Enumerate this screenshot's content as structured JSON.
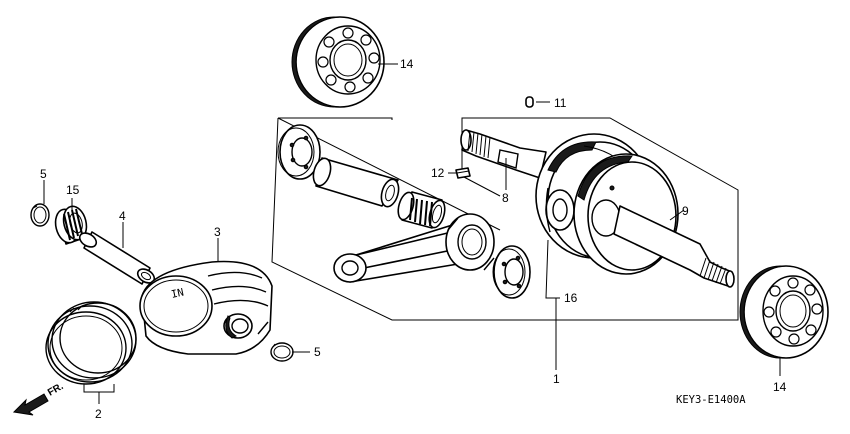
{
  "diagram_code": "KEY3-E1400A",
  "front_mark": "FR.",
  "piston_mark": "IN",
  "callouts": [
    {
      "id": "1",
      "label": "1",
      "part": "crankshaft-assembly"
    },
    {
      "id": "2",
      "label": "2",
      "part": "piston-ring-set"
    },
    {
      "id": "3",
      "label": "3",
      "part": "piston"
    },
    {
      "id": "4",
      "label": "4",
      "part": "piston-pin"
    },
    {
      "id": "5a",
      "label": "5",
      "part": "piston-pin-clip"
    },
    {
      "id": "5b",
      "label": "5",
      "part": "piston-pin-clip"
    },
    {
      "id": "8",
      "label": "8",
      "part": "crankshaft-left"
    },
    {
      "id": "9",
      "label": "9",
      "part": "crankshaft-right"
    },
    {
      "id": "11",
      "label": "11",
      "part": "key"
    },
    {
      "id": "12",
      "label": "12",
      "part": "key"
    },
    {
      "id": "14a",
      "label": "14",
      "part": "radial-ball-bearing"
    },
    {
      "id": "14b",
      "label": "14",
      "part": "radial-ball-bearing"
    },
    {
      "id": "15",
      "label": "15",
      "part": "needle-bearing"
    },
    {
      "id": "16",
      "label": "16",
      "part": "crank-side-washer"
    }
  ]
}
